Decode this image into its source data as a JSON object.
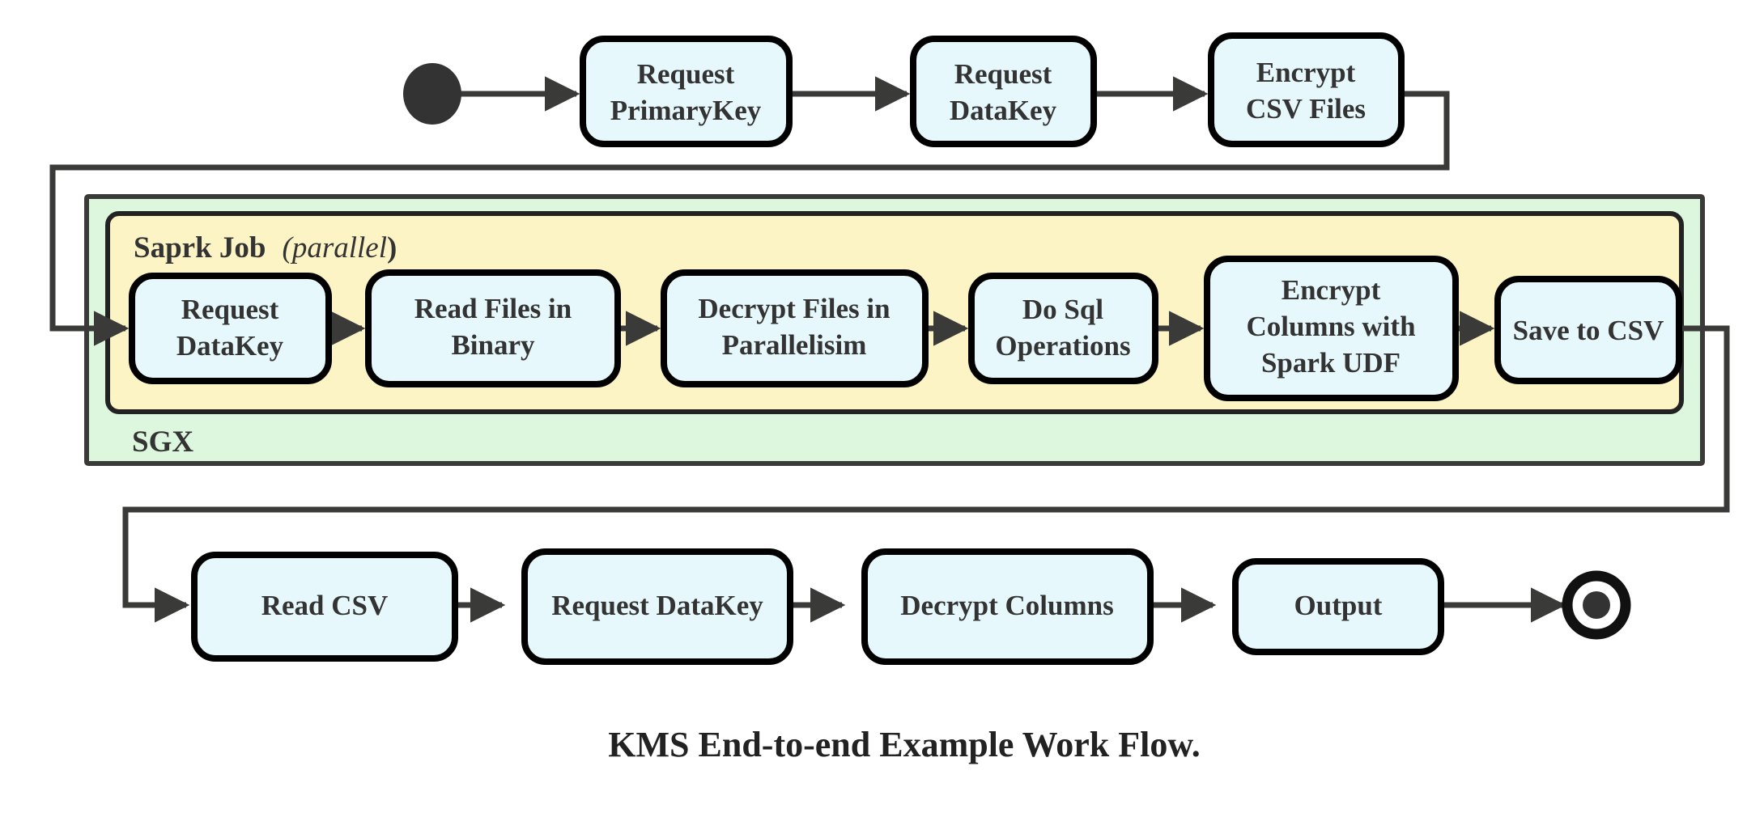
{
  "diagram": {
    "caption": "KMS End-to-end Example Work Flow.",
    "colors": {
      "node_fill": "#e6f8fc",
      "node_stroke": "#000000",
      "outer_group_fill": "#ddf7de",
      "inner_group_fill": "#fdf4c5",
      "group_stroke": "#3a3a38",
      "edge": "#3a3a38",
      "text": "#333333"
    },
    "markers": {
      "start": "start-node-filled-circle",
      "end": "end-node-ring-circle"
    },
    "groups": [
      {
        "id": "sgx",
        "label": "SGX",
        "label_position": "bottom-left"
      },
      {
        "id": "spark",
        "label": "Saprk Job",
        "label_suffix_open": "(",
        "label_italic": "parallel",
        "label_suffix_close": ")",
        "label_position": "top-left"
      }
    ],
    "rows": [
      {
        "id": "row-top",
        "nodes": [
          {
            "id": "request-primarykey",
            "lines": [
              "Request",
              "PrimaryKey"
            ]
          },
          {
            "id": "request-datakey-top",
            "lines": [
              "Request",
              "DataKey"
            ]
          },
          {
            "id": "encrypt-csv-files",
            "lines": [
              "Encrypt",
              "CSV Files"
            ]
          }
        ]
      },
      {
        "id": "row-spark",
        "nodes": [
          {
            "id": "request-datakey-spark",
            "lines": [
              "Request",
              "DataKey"
            ]
          },
          {
            "id": "read-files-in-binary",
            "lines": [
              "Read Files in",
              "Binary"
            ]
          },
          {
            "id": "decrypt-files-in-parallelisim",
            "lines": [
              "Decrypt Files in",
              "Parallelisim"
            ]
          },
          {
            "id": "do-sql-operations",
            "lines": [
              "Do Sql",
              "Operations"
            ]
          },
          {
            "id": "encrypt-columns-with-spark-udf",
            "lines": [
              "Encrypt",
              "Columns with",
              "Spark UDF"
            ]
          },
          {
            "id": "save-to-csv",
            "lines": [
              "Save to CSV"
            ]
          }
        ]
      },
      {
        "id": "row-bottom",
        "nodes": [
          {
            "id": "read-csv",
            "lines": [
              "Read CSV"
            ]
          },
          {
            "id": "request-datakey-bottom",
            "lines": [
              "Request DataKey"
            ]
          },
          {
            "id": "decrypt-columns",
            "lines": [
              "Decrypt Columns"
            ]
          },
          {
            "id": "output",
            "lines": [
              "Output"
            ]
          }
        ]
      }
    ],
    "edges": [
      {
        "from": "start",
        "to": "request-primarykey"
      },
      {
        "from": "request-primarykey",
        "to": "request-datakey-top"
      },
      {
        "from": "request-datakey-top",
        "to": "encrypt-csv-files"
      },
      {
        "from": "encrypt-csv-files",
        "to": "request-datakey-spark",
        "routed": true
      },
      {
        "from": "request-datakey-spark",
        "to": "read-files-in-binary"
      },
      {
        "from": "read-files-in-binary",
        "to": "decrypt-files-in-parallelisim"
      },
      {
        "from": "decrypt-files-in-parallelisim",
        "to": "do-sql-operations"
      },
      {
        "from": "do-sql-operations",
        "to": "encrypt-columns-with-spark-udf"
      },
      {
        "from": "encrypt-columns-with-spark-udf",
        "to": "save-to-csv"
      },
      {
        "from": "save-to-csv",
        "to": "read-csv",
        "routed": true
      },
      {
        "from": "read-csv",
        "to": "request-datakey-bottom"
      },
      {
        "from": "request-datakey-bottom",
        "to": "decrypt-columns"
      },
      {
        "from": "decrypt-columns",
        "to": "output"
      },
      {
        "from": "output",
        "to": "end"
      }
    ]
  }
}
